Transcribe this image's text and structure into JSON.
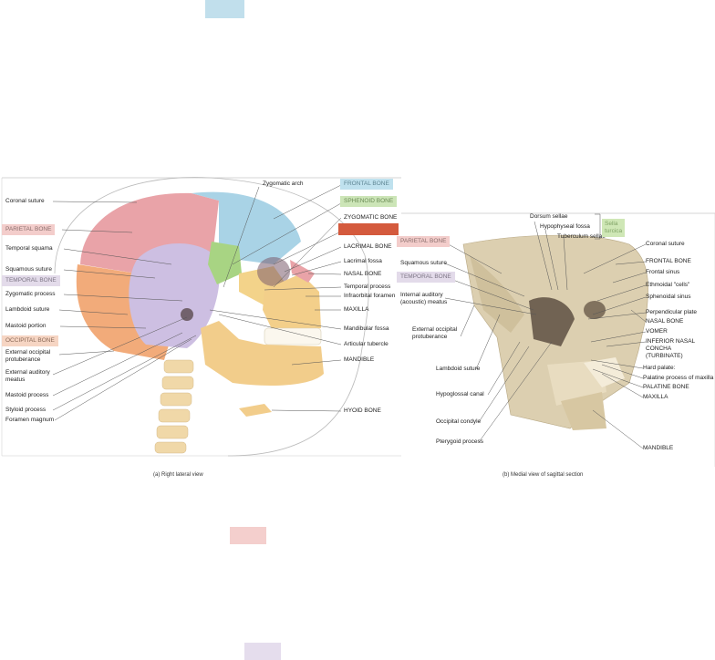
{
  "left_figure": {
    "caption": "(a) Right lateral view",
    "left_labels": {
      "coronal_suture": "Coronal suture",
      "parietal_bone": "PARIETAL BONE",
      "temporal_squama": "Temporal squama",
      "squamous_suture": "Squamous suture",
      "temporal_bone": "TEMPORAL BONE",
      "zygomatic_process": "Zygomatic process",
      "lambdoid_suture": "Lambdoid suture",
      "mastoid_portion": "Mastoid portion",
      "occipital_bone": "OCCIPITAL BONE",
      "external_occipital_protuberance": [
        "External occipital",
        "protuberance"
      ],
      "external_auditory_meatus": [
        "External auditory",
        "meatus"
      ],
      "mastoid_process": "Mastoid process",
      "styloid_process": "Styloid process",
      "foramen_magnum": "Foramen magnum"
    },
    "right_labels": {
      "zygomatic_arch": "Zygomatic arch",
      "frontal_bone": "FRONTAL BONE",
      "sphenoid_bone": "SPHENOID BONE",
      "zygomatic_bone": "ZYGOMATIC BONE",
      "lacrimal_bone": "LACRIMAL BONE",
      "lacrimal_fossa": "Lacrimal fossa",
      "nasal_bone": "NASAL BONE",
      "temporal_process": "Temporal process",
      "infraorbital_foramen": "Infraorbital foramen",
      "maxilla": "MAXILLA",
      "mandibular_fossa": "Mandibular fossa",
      "articular_tubercle": "Articular tubercle",
      "mandible": "MANDIBLE",
      "hyoid_bone": "HYOID BONE"
    }
  },
  "right_figure": {
    "caption": "(b) Medial view of sagittal section",
    "top_labels": {
      "dorsum_sellae": "Dorsum sellae",
      "hypophyseal_fossa": "Hypophyseal fossa",
      "tuberculum_sellae": "Tuberculum sellae",
      "sella_turcica": [
        "Sella",
        "turcica"
      ]
    },
    "left_labels": {
      "parietal_bone": "PARIETAL BONE",
      "squamous_suture": "Squamous suture",
      "temporal_bone": "TEMPORAL BONE",
      "internal_auditory_meatus": [
        "Internal auditory",
        "(acoustic) meatus"
      ],
      "external_occipital_protuberance": [
        "External occipital",
        "protuberance"
      ],
      "lambdoid_suture": "Lambdoid suture",
      "hypoglossal_canal": "Hypoglossal canal",
      "occipital_condyle": "Occipital condyle",
      "pterygoid_process": "Pterygoid process"
    },
    "right_labels": {
      "coronal_suture": "Coronal suture",
      "frontal_bone": "FRONTAL BONE",
      "frontal_sinus": "Frontal sinus",
      "ethmoidal_cells": "Ethmoidal \"cells\"",
      "sphenoidal_sinus": "Sphenoidal sinus",
      "perpendicular_plate": "Perpendicular plate",
      "nasal_bone": "NASAL BONE",
      "vomer": "VOMER",
      "inferior_nasal_concha": [
        "INFERIOR NASAL",
        "CONCHA",
        "(TURBINATE)"
      ],
      "hard_palate": "Hard palate:",
      "palatine_process": "Palatine process of maxilla",
      "palatine_bone": "PALATINE BONE",
      "maxilla": "MAXILLA",
      "mandible": "MANDIBLE"
    }
  },
  "colors": {
    "parietal": "#e9a3a8",
    "frontal": "#a9d3e6",
    "temporal": "#cdbfe2",
    "occipital": "#f2ab7a",
    "sphenoid": "#a8d483",
    "ethmoid": "#d45a3d",
    "zygomatic": "#f3d38a",
    "maxilla": "#f3cf8a",
    "mandible": "#f2cd8b"
  }
}
